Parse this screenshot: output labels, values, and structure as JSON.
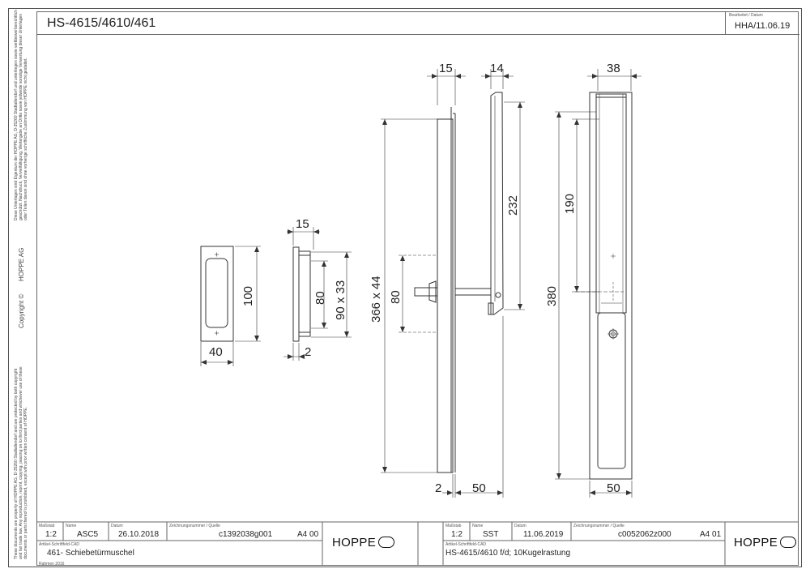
{
  "header": {
    "title": "HS-4615/4610/461",
    "date_label": "Bearbeitet / Datum",
    "date_value": "HHA/11.06.19"
  },
  "side": {
    "german_notice": "Diese Unterlagen sind Eigentum der HOPPE AG, D-35260 Stadtallendorf und unterliegen sowie wettbewerbsrechtlich geschützt. Nachdruck, Vervielfältigung, Weitergabe an Dritte sowie jedwede sonstige Verwertung dieser Unterlagen oder Teilen davon sind ohne vorherige schriftliche Zustimmung von HOPPE nicht gestattet.",
    "company": "HOPPE AG",
    "copyright": "Copyright ©",
    "english_notice": "These documents are property of HOPPE AG, D-35260 Stadtallendorf and are protected by both copyright and fair trade law. Any reproduction, reprint, copying, passing on to third parties and whichever use of these documents or parts thereof is prohibited, except with prior written consent of HOPPE."
  },
  "dimensions": {
    "d15a": "15",
    "d14": "14",
    "d38": "38",
    "d15b": "15",
    "d100": "100",
    "d40": "40",
    "d80a": "80",
    "d90x33": "90 x 33",
    "d2a": "2",
    "d366x44": "366 x 44",
    "d80b": "80",
    "d232": "232",
    "d190": "190",
    "d380": "380",
    "d2b": "2",
    "d50a": "50",
    "d50b": "50"
  },
  "title_block_left": {
    "scale_label": "Maßstab",
    "scale": "1:2",
    "name_label": "Name",
    "name": "ASC5",
    "date_label": "Datum",
    "date": "26.10.2018",
    "drawing_label": "Zeichnungsnummer / Quelle",
    "drawing_no": "c1392038g001",
    "format": "A4 00",
    "article_label": "Artikel-Schriftfeld-CAD",
    "article": "461- Schiebetürmuschel",
    "logo": "HOPPE",
    "footer": "Rahmen 2016"
  },
  "title_block_right": {
    "scale_label": "Maßstab",
    "scale": "1:2",
    "name_label": "Name",
    "name": "SST",
    "date_label": "Datum",
    "date": "11.06.2019",
    "drawing_label": "Zeichnungsnummer / Quelle",
    "drawing_no": "c0052062z000",
    "format": "A4 01",
    "article_label": "Artikel-Schriftfeld-CAD",
    "article": "HS-4615/4610  f/d; 10Kugelrastung",
    "logo": "HOPPE"
  }
}
